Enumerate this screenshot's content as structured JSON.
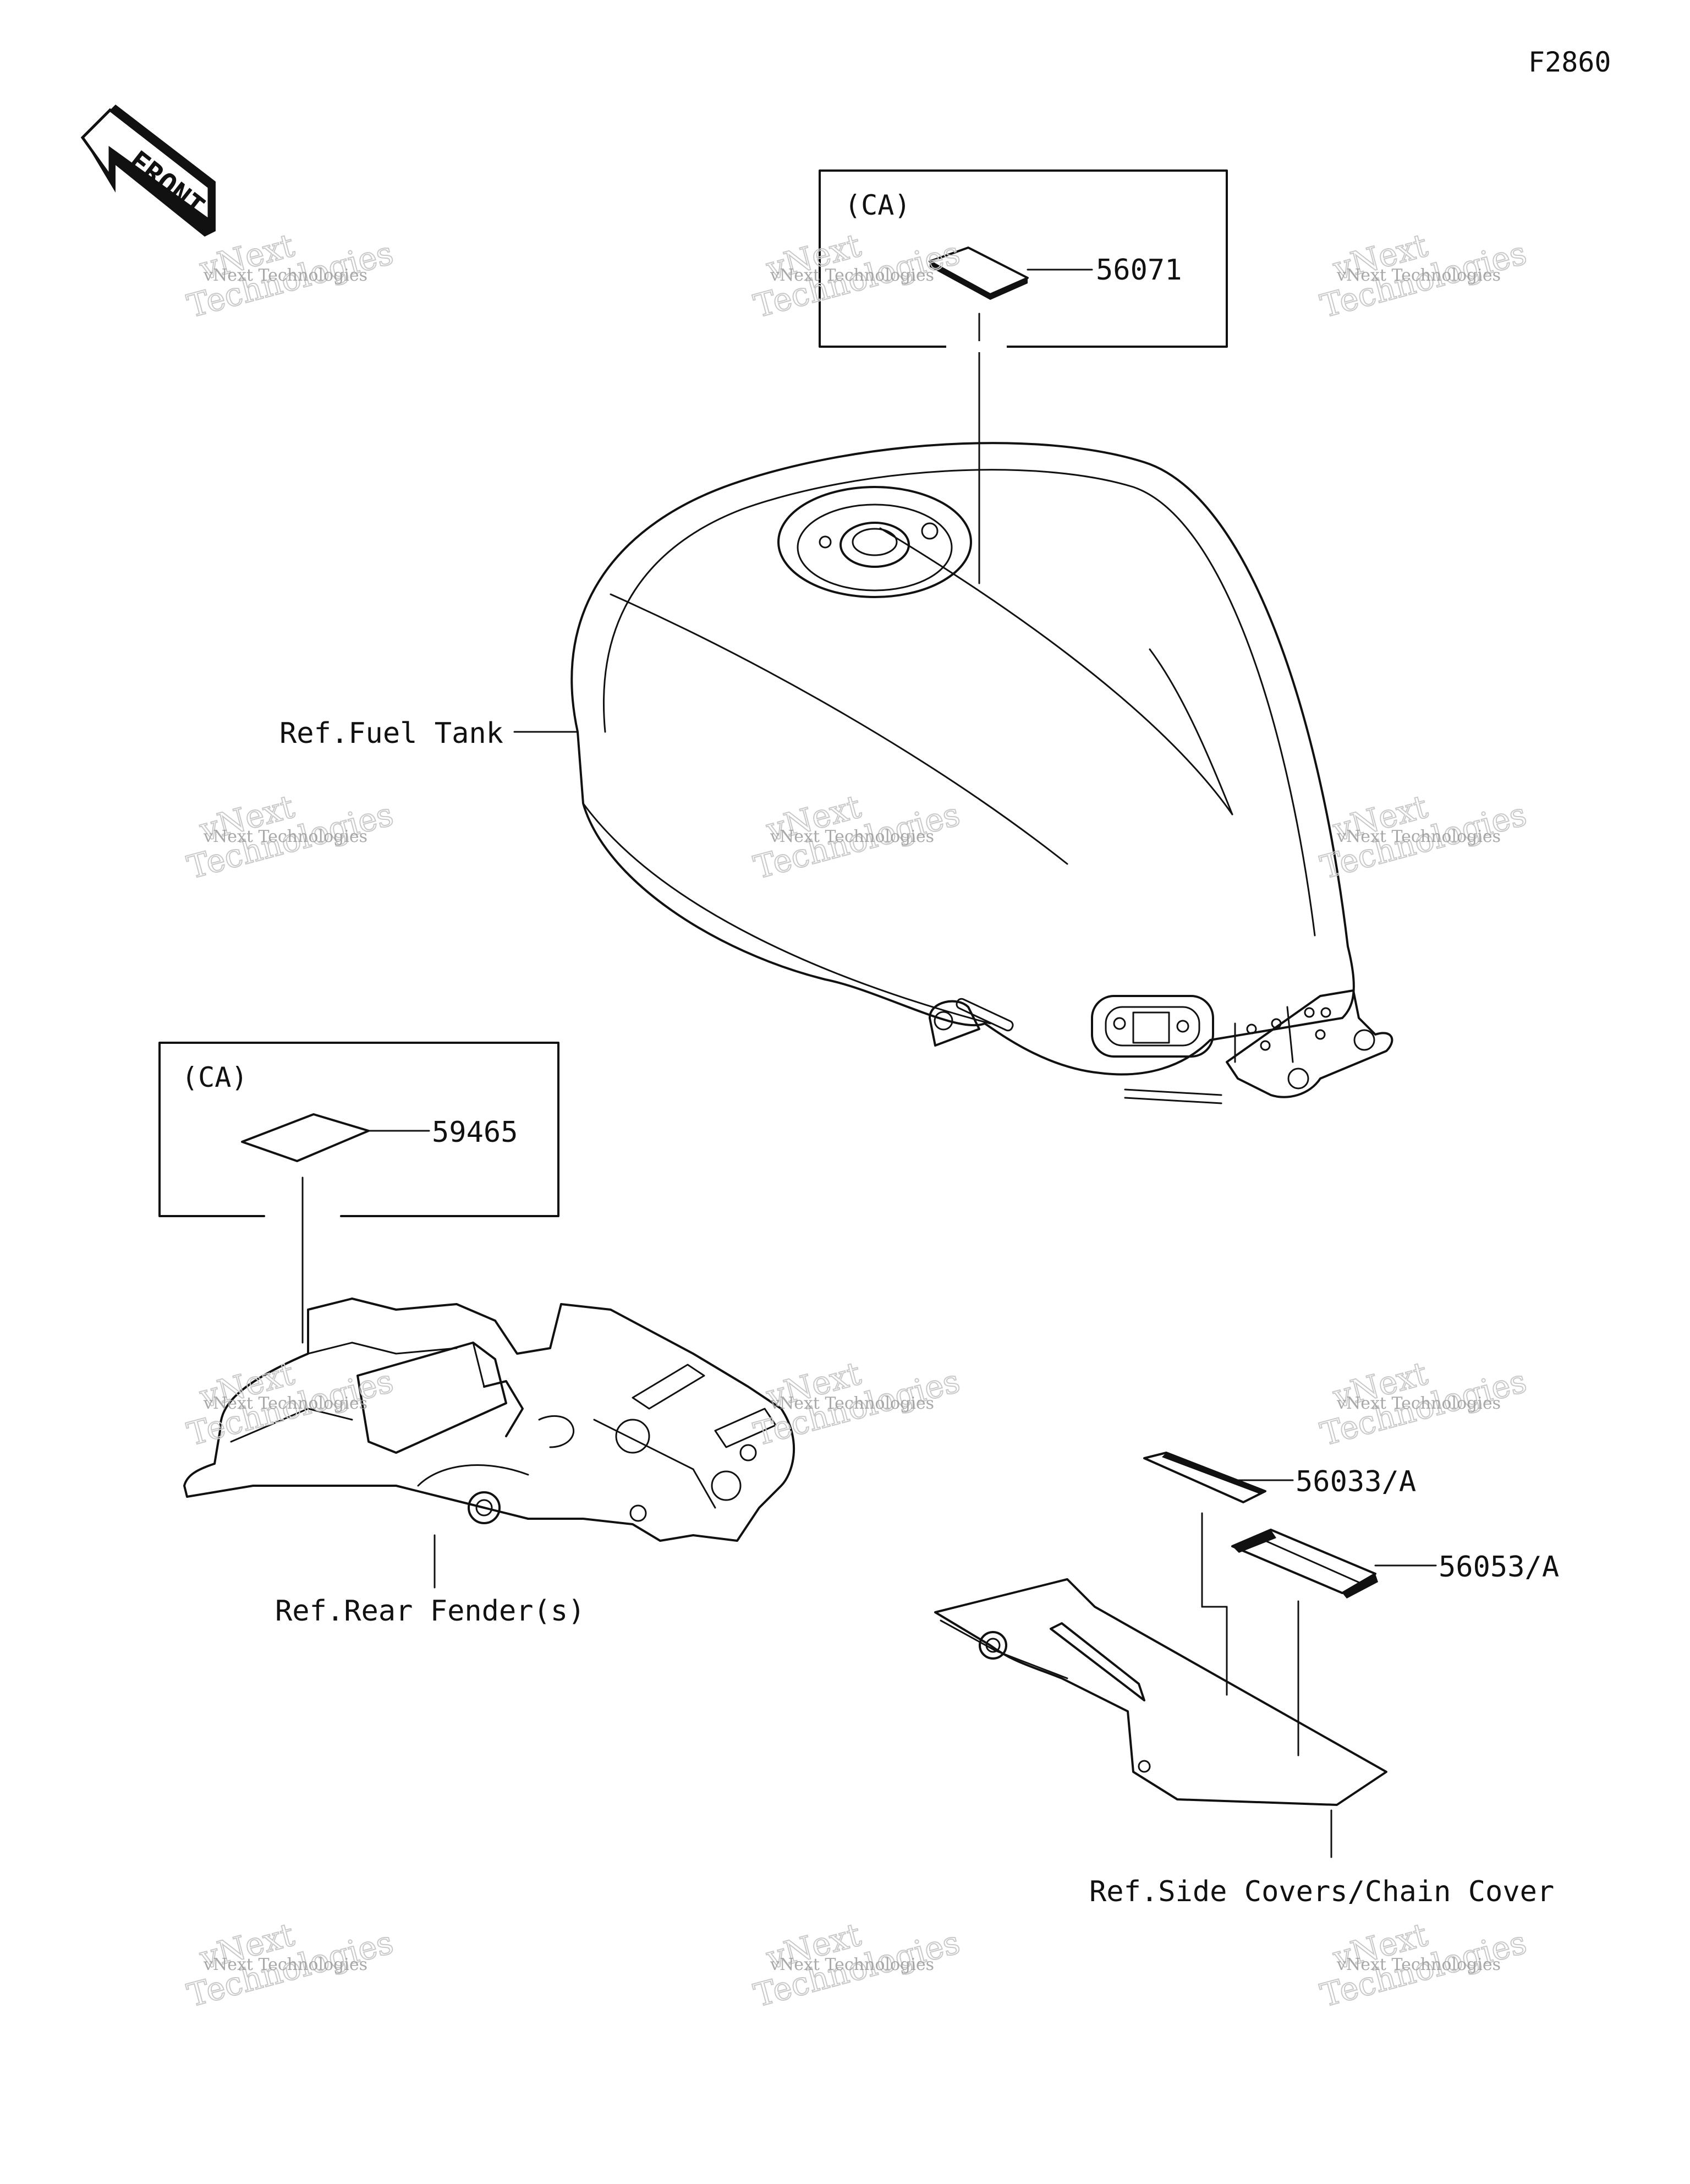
{
  "figure_code": "F2860",
  "front_arrow": {
    "label": "FRONT"
  },
  "watermark": {
    "line1": "vNext Technologies",
    "line2": "Technologies",
    "line3": "vNext"
  },
  "callouts": {
    "decal_56071": {
      "region": "(CA)",
      "part_no": "56071"
    },
    "decal_59465": {
      "region": "(CA)",
      "part_no": "59465"
    },
    "decal_56033": {
      "part_no": "56033/A"
    },
    "decal_56053": {
      "part_no": "56053/A"
    }
  },
  "references": {
    "fuel_tank": "Ref.Fuel Tank",
    "rear_fender": "Ref.Rear Fender(s)",
    "side_covers": "Ref.Side Covers/Chain Cover"
  }
}
